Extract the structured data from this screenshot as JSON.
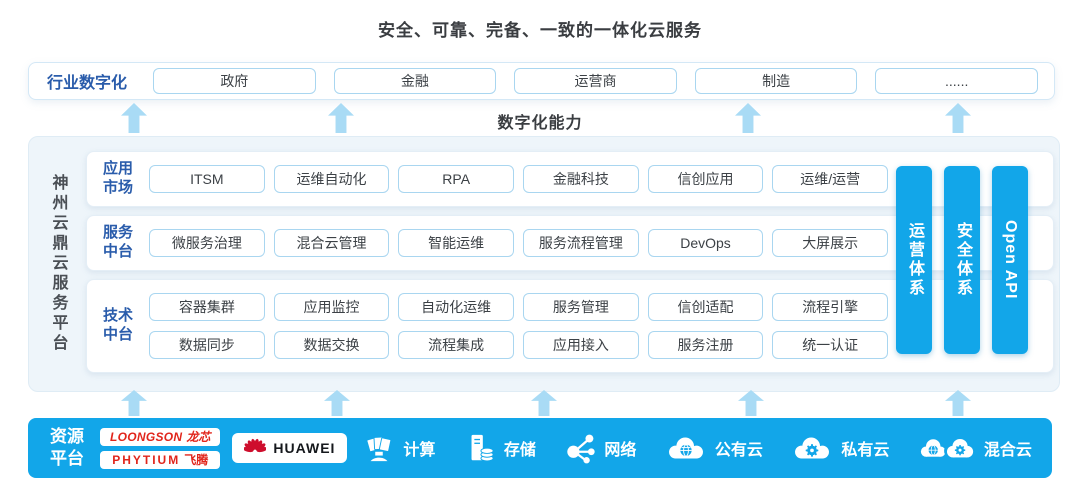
{
  "title": "安全、可靠、完备、一致的一体化云服务",
  "industry": {
    "label": "行业数字化",
    "items": [
      "政府",
      "金融",
      "运营商",
      "制造",
      "......"
    ]
  },
  "capability_label": "数字化能力",
  "platform": {
    "name": "神州云鼎云服务平台",
    "rows": [
      {
        "label": "应用市场",
        "lines": [
          [
            "ITSM",
            "运维自动化",
            "RPA",
            "金融科技",
            "信创应用",
            "运维/运营"
          ]
        ]
      },
      {
        "label": "服务中台",
        "lines": [
          [
            "微服务治理",
            "混合云管理",
            "智能运维",
            "服务流程管理",
            "DevOps",
            "大屏展示"
          ]
        ]
      },
      {
        "label": "技术中台",
        "lines": [
          [
            "容器集群",
            "应用监控",
            "自动化运维",
            "服务管理",
            "信创适配",
            "流程引擎"
          ],
          [
            "数据同步",
            "数据交换",
            "流程集成",
            "应用接入",
            "服务注册",
            "统一认证"
          ]
        ]
      }
    ],
    "sidebars": [
      "运营体系",
      "安全体系",
      "Open API"
    ]
  },
  "resources": {
    "label": "资源平台",
    "vendors": {
      "loongson": {
        "brand": "LOONGSON",
        "cn": "龙芯"
      },
      "phytium": {
        "brand": "PHYTIUM",
        "cn": "飞腾"
      },
      "huawei": "HUAWEI"
    },
    "items": [
      {
        "label": "计算",
        "icon": "compute-icon"
      },
      {
        "label": "存储",
        "icon": "storage-icon"
      },
      {
        "label": "网络",
        "icon": "network-icon"
      },
      {
        "label": "公有云",
        "icon": "public-cloud-icon"
      },
      {
        "label": "私有云",
        "icon": "private-cloud-icon"
      },
      {
        "label": "混合云",
        "icon": "hybrid-cloud-icon"
      }
    ]
  },
  "colors": {
    "accent_blue": "#12a6e9",
    "label_blue": "#2a5cab",
    "arrow_blue": "#a9dbf5",
    "box_border_blue": "#a9d6f0",
    "loongson_red": "#e1251b",
    "huawei_red": "#ce0e2d"
  }
}
